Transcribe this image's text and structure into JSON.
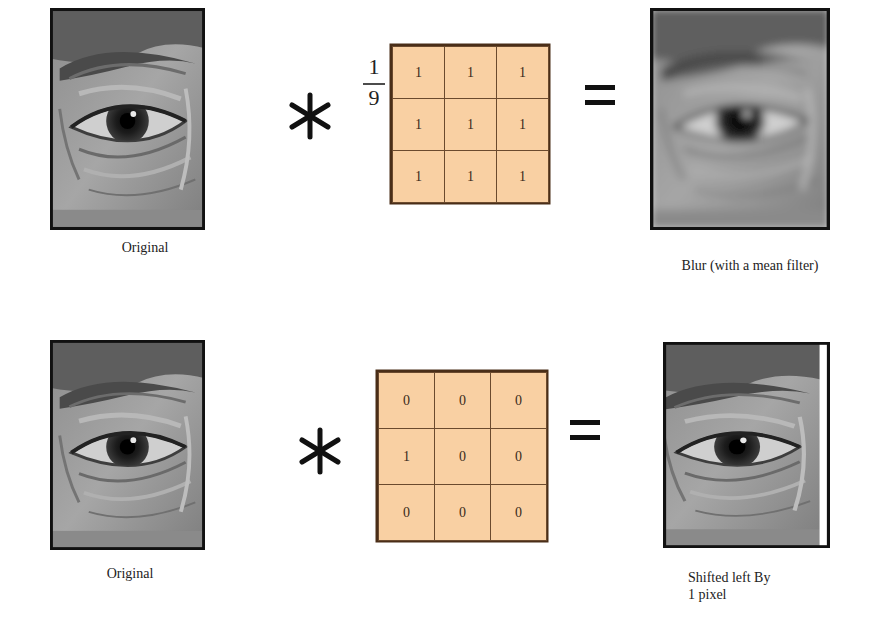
{
  "diagram": {
    "labels": [
      "Original",
      "1",
      "9",
      "1",
      "1",
      "1",
      "1",
      "1",
      "1",
      "1",
      "1",
      "1",
      "Blur (with a mean filter)",
      "Original",
      "0",
      "0",
      "0",
      "1",
      "0",
      "0",
      "0",
      "0",
      "0",
      "Shifted left By 1 pixel"
    ]
  }
}
